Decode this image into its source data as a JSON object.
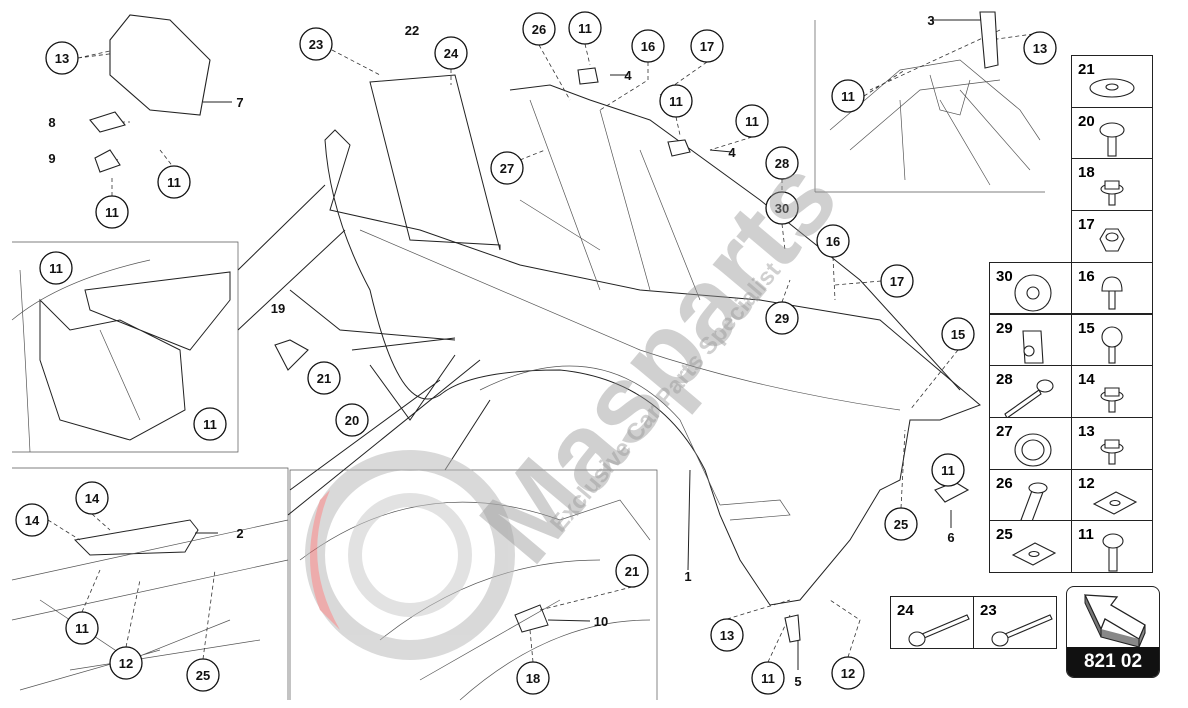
{
  "diagram_code": "821 02",
  "watermark": {
    "brand": "Masparts",
    "tagline": "Exclusive Car Parts Specialist"
  },
  "callouts": [
    "13",
    "11",
    "11",
    "23",
    "24",
    "26",
    "11",
    "16",
    "17",
    "11",
    "11",
    "27",
    "28",
    "30",
    "16",
    "17",
    "29",
    "13",
    "11",
    "11",
    "11",
    "21",
    "20",
    "14",
    "14",
    "11",
    "12",
    "25",
    "21",
    "18",
    "15",
    "11",
    "25",
    "13",
    "11",
    "12"
  ],
  "plain_labels": [
    "7",
    "8",
    "9",
    "22",
    "4",
    "4",
    "3",
    "19",
    "2",
    "10",
    "6",
    "1",
    "5"
  ],
  "parts_table": {
    "right_column": [
      {
        "num": "21",
        "icon": "washer-icon"
      },
      {
        "num": "20",
        "icon": "flange-screw-icon"
      },
      {
        "num": "18",
        "icon": "hex-bolt-icon"
      },
      {
        "num": "17",
        "icon": "hex-nut-icon"
      },
      {
        "num": "16",
        "icon": "round-head-bolt-icon"
      },
      {
        "num": "15",
        "icon": "dome-bolt-icon"
      },
      {
        "num": "14",
        "icon": "hex-bolt-icon"
      },
      {
        "num": "13",
        "icon": "hex-bolt-icon"
      },
      {
        "num": "12",
        "icon": "speed-nut-icon"
      },
      {
        "num": "11",
        "icon": "torx-screw-icon"
      }
    ],
    "left_column": [
      {
        "num": "30",
        "icon": "grommet-icon"
      },
      {
        "num": "29",
        "icon": "clip-nut-icon"
      },
      {
        "num": "28",
        "icon": "pin-icon"
      },
      {
        "num": "27",
        "icon": "ring-seal-icon"
      },
      {
        "num": "26",
        "icon": "sleeve-screw-icon"
      },
      {
        "num": "25",
        "icon": "speed-nut-icon"
      }
    ],
    "bottom_row": [
      {
        "num": "24",
        "icon": "long-screw-icon"
      },
      {
        "num": "23",
        "icon": "long-screw-icon"
      }
    ]
  }
}
